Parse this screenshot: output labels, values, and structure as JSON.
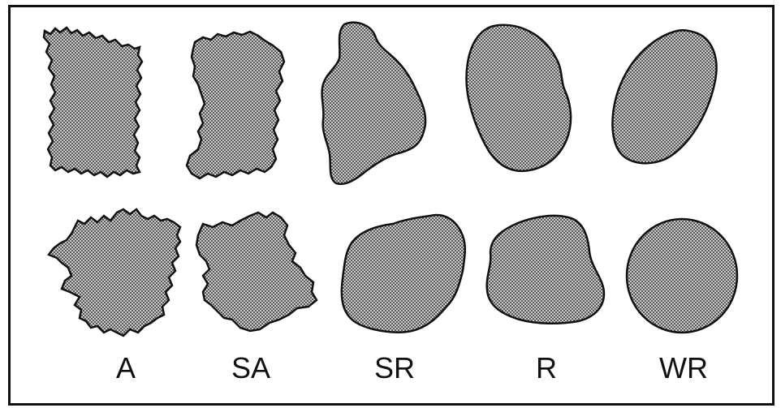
{
  "labels": [
    "A",
    "SA",
    "SR",
    "R",
    "WR"
  ],
  "colors": {
    "ink": "#111111",
    "fill_dark": "#555555",
    "fill_light": "#cfcfcf",
    "background": "#ffffff"
  }
}
